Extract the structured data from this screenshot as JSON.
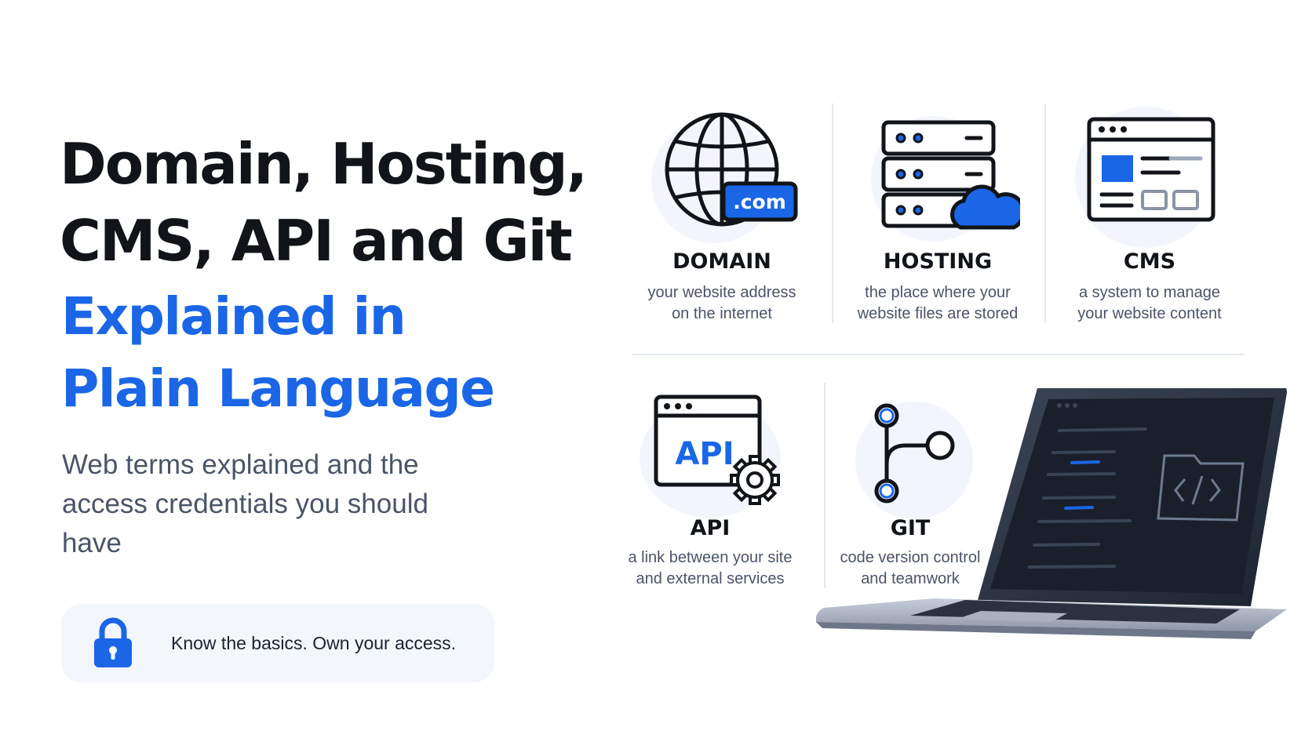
{
  "hero": {
    "title_line1": "Domain, Hosting,",
    "title_line2": "CMS, API and Git",
    "accent_line1": "Explained in",
    "accent_line2": "Plain Language",
    "subtitle": "Web terms explained and the access credentials you should have"
  },
  "callout": {
    "icon": "lock-icon",
    "text": "Know the basics. Own your access."
  },
  "terms": [
    {
      "icon": "globe-icon",
      "badge": ".com",
      "name": "DOMAIN",
      "desc_line1": "your website address",
      "desc_line2": "on the internet"
    },
    {
      "icon": "server-cloud-icon",
      "name": "HOSTING",
      "desc_line1": "the place where your",
      "desc_line2": "website files are stored"
    },
    {
      "icon": "browser-window-icon",
      "name": "CMS",
      "desc_line1": "a system to manage",
      "desc_line2": "your website content"
    },
    {
      "icon": "api-gear-icon",
      "badge": "API",
      "name": "API",
      "desc_line1": "a link between your site",
      "desc_line2": "and external services"
    },
    {
      "icon": "git-branch-icon",
      "name": "GIT",
      "desc_line1": "code version control",
      "desc_line2": "and teamwork"
    }
  ],
  "illustration": {
    "icon": "laptop-code-icon"
  },
  "colors": {
    "accent": "#1a66e6",
    "dark": "#111418",
    "muted": "#4a5468"
  }
}
